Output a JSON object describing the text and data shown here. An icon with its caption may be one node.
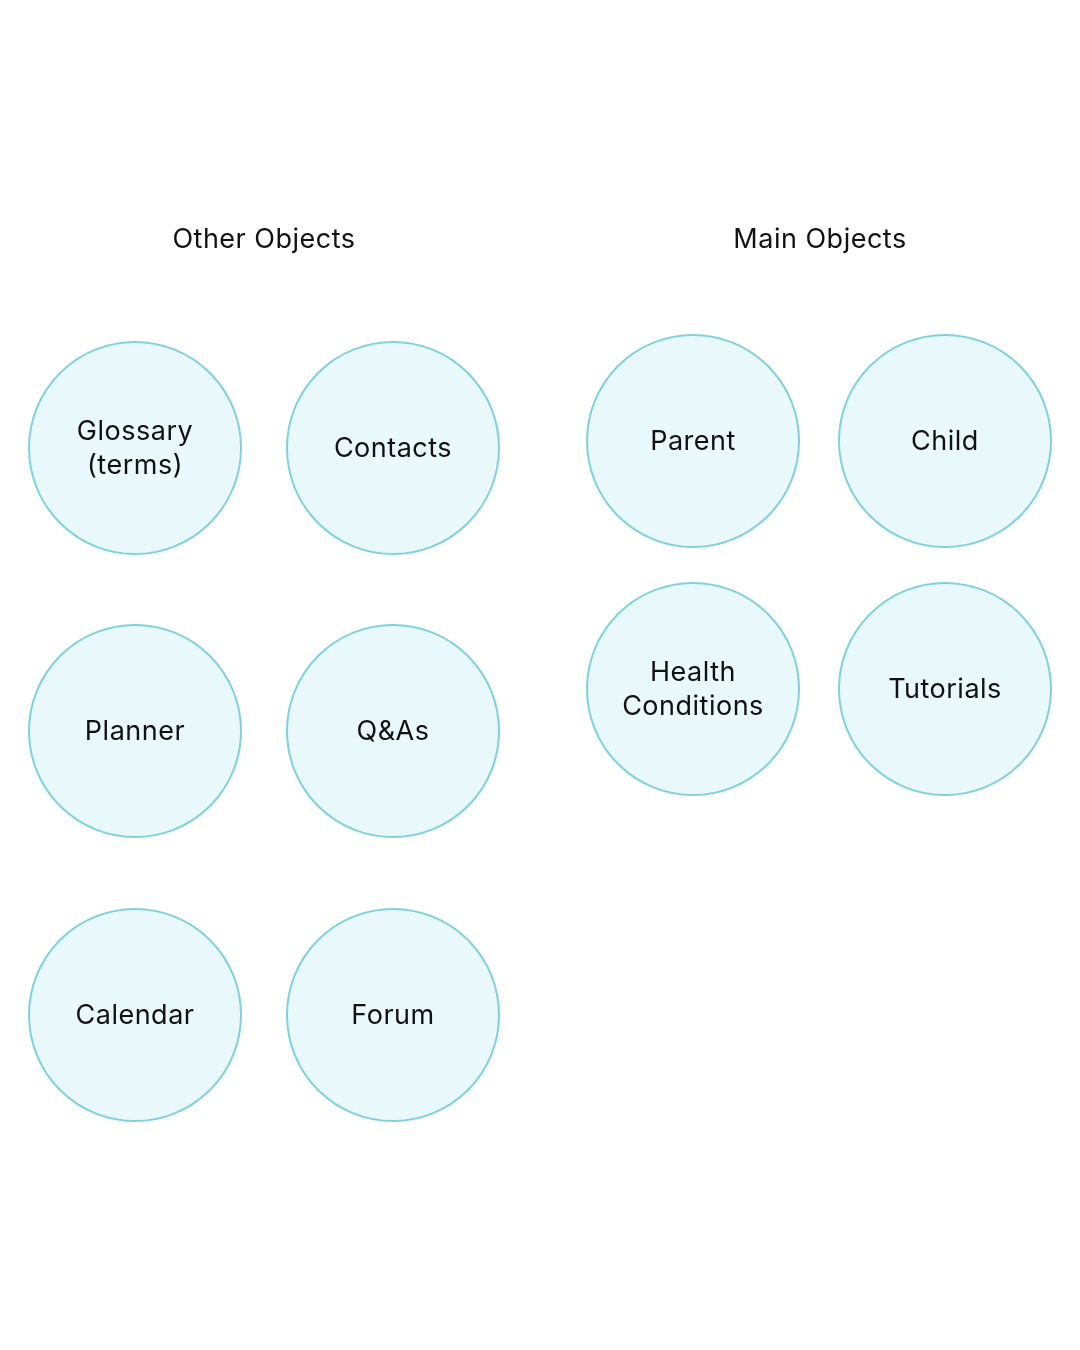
{
  "diagram": {
    "nodes": [
      {
        "text": [
          "Glossary (terms)"
        ]
      },
      {
        "text": [
          "Contacts"
        ]
      },
      {
        "text": [
          "Planner"
        ]
      },
      {
        "text": [
          "Q&As"
        ]
      },
      {
        "text": [
          "Calendar"
        ]
      },
      {
        "text": [
          "Forum"
        ]
      },
      {
        "text": [
          "Parent"
        ]
      },
      {
        "text": [
          "Child"
        ]
      },
      {
        "text": [
          "Health Conditions"
        ]
      },
      {
        "text": [
          "Tutorials"
        ]
      }
    ],
    "labels": [
      "Other Objects",
      "Main Objects"
    ]
  }
}
